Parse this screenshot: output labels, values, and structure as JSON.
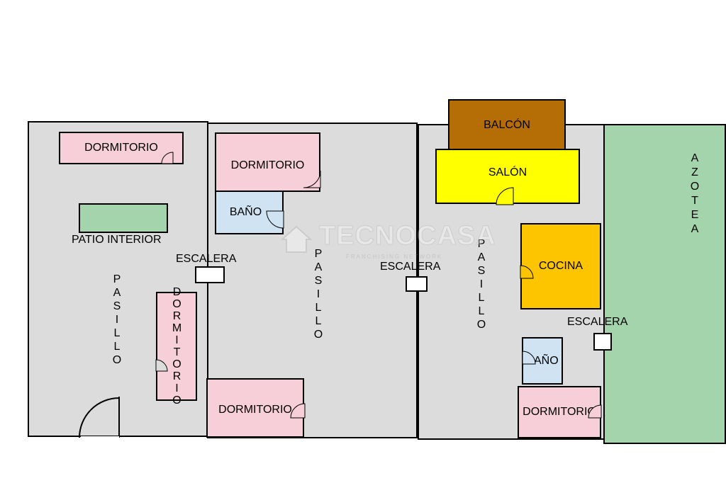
{
  "colors": {
    "floor": "#dcdcdc",
    "dormitorio": "#f7cfd8",
    "bano": "#cfe3f3",
    "patio": "#a3d4ac",
    "azotea": "#a3d4ac",
    "balcon": "#b56e05",
    "salon": "#ffff00",
    "cocina": "#fdc500",
    "wall": "#000000"
  },
  "labels": {
    "dormitorio": "DORMITORIO",
    "bano": "BAÑO",
    "patio_interior": "PATIO INTERIOR",
    "escalera": "ESCALERA",
    "pasillo": "PASILLO",
    "balcon": "BALCÓN",
    "salon": "SALÓN",
    "cocina": "COCINA",
    "azotea": "AZOTEA"
  },
  "watermark": {
    "brand": "TECNOCASA",
    "tagline": "FRANCHISING NETWORK"
  }
}
